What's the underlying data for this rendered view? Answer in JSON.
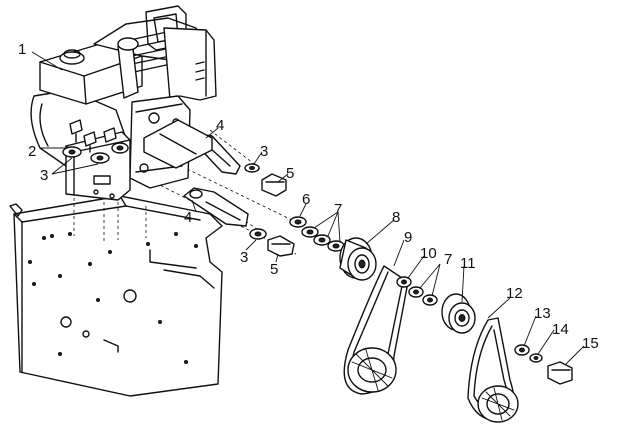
{
  "diagram": {
    "callouts": [
      {
        "id": "c1",
        "label": "1"
      },
      {
        "id": "c2",
        "label": "2"
      },
      {
        "id": "c3a",
        "label": "3"
      },
      {
        "id": "c3b",
        "label": "3"
      },
      {
        "id": "c3c",
        "label": "3"
      },
      {
        "id": "c4a",
        "label": "4"
      },
      {
        "id": "c4b",
        "label": "4"
      },
      {
        "id": "c5a",
        "label": "5"
      },
      {
        "id": "c5b",
        "label": "5"
      },
      {
        "id": "c6",
        "label": "6"
      },
      {
        "id": "c7a",
        "label": "7"
      },
      {
        "id": "c7b",
        "label": "7"
      },
      {
        "id": "c8",
        "label": "8"
      },
      {
        "id": "c9",
        "label": "9"
      },
      {
        "id": "c10",
        "label": "10"
      },
      {
        "id": "c11",
        "label": "11"
      },
      {
        "id": "c12",
        "label": "12"
      },
      {
        "id": "c13",
        "label": "13"
      },
      {
        "id": "c14",
        "label": "14"
      },
      {
        "id": "c15",
        "label": "15"
      }
    ]
  }
}
